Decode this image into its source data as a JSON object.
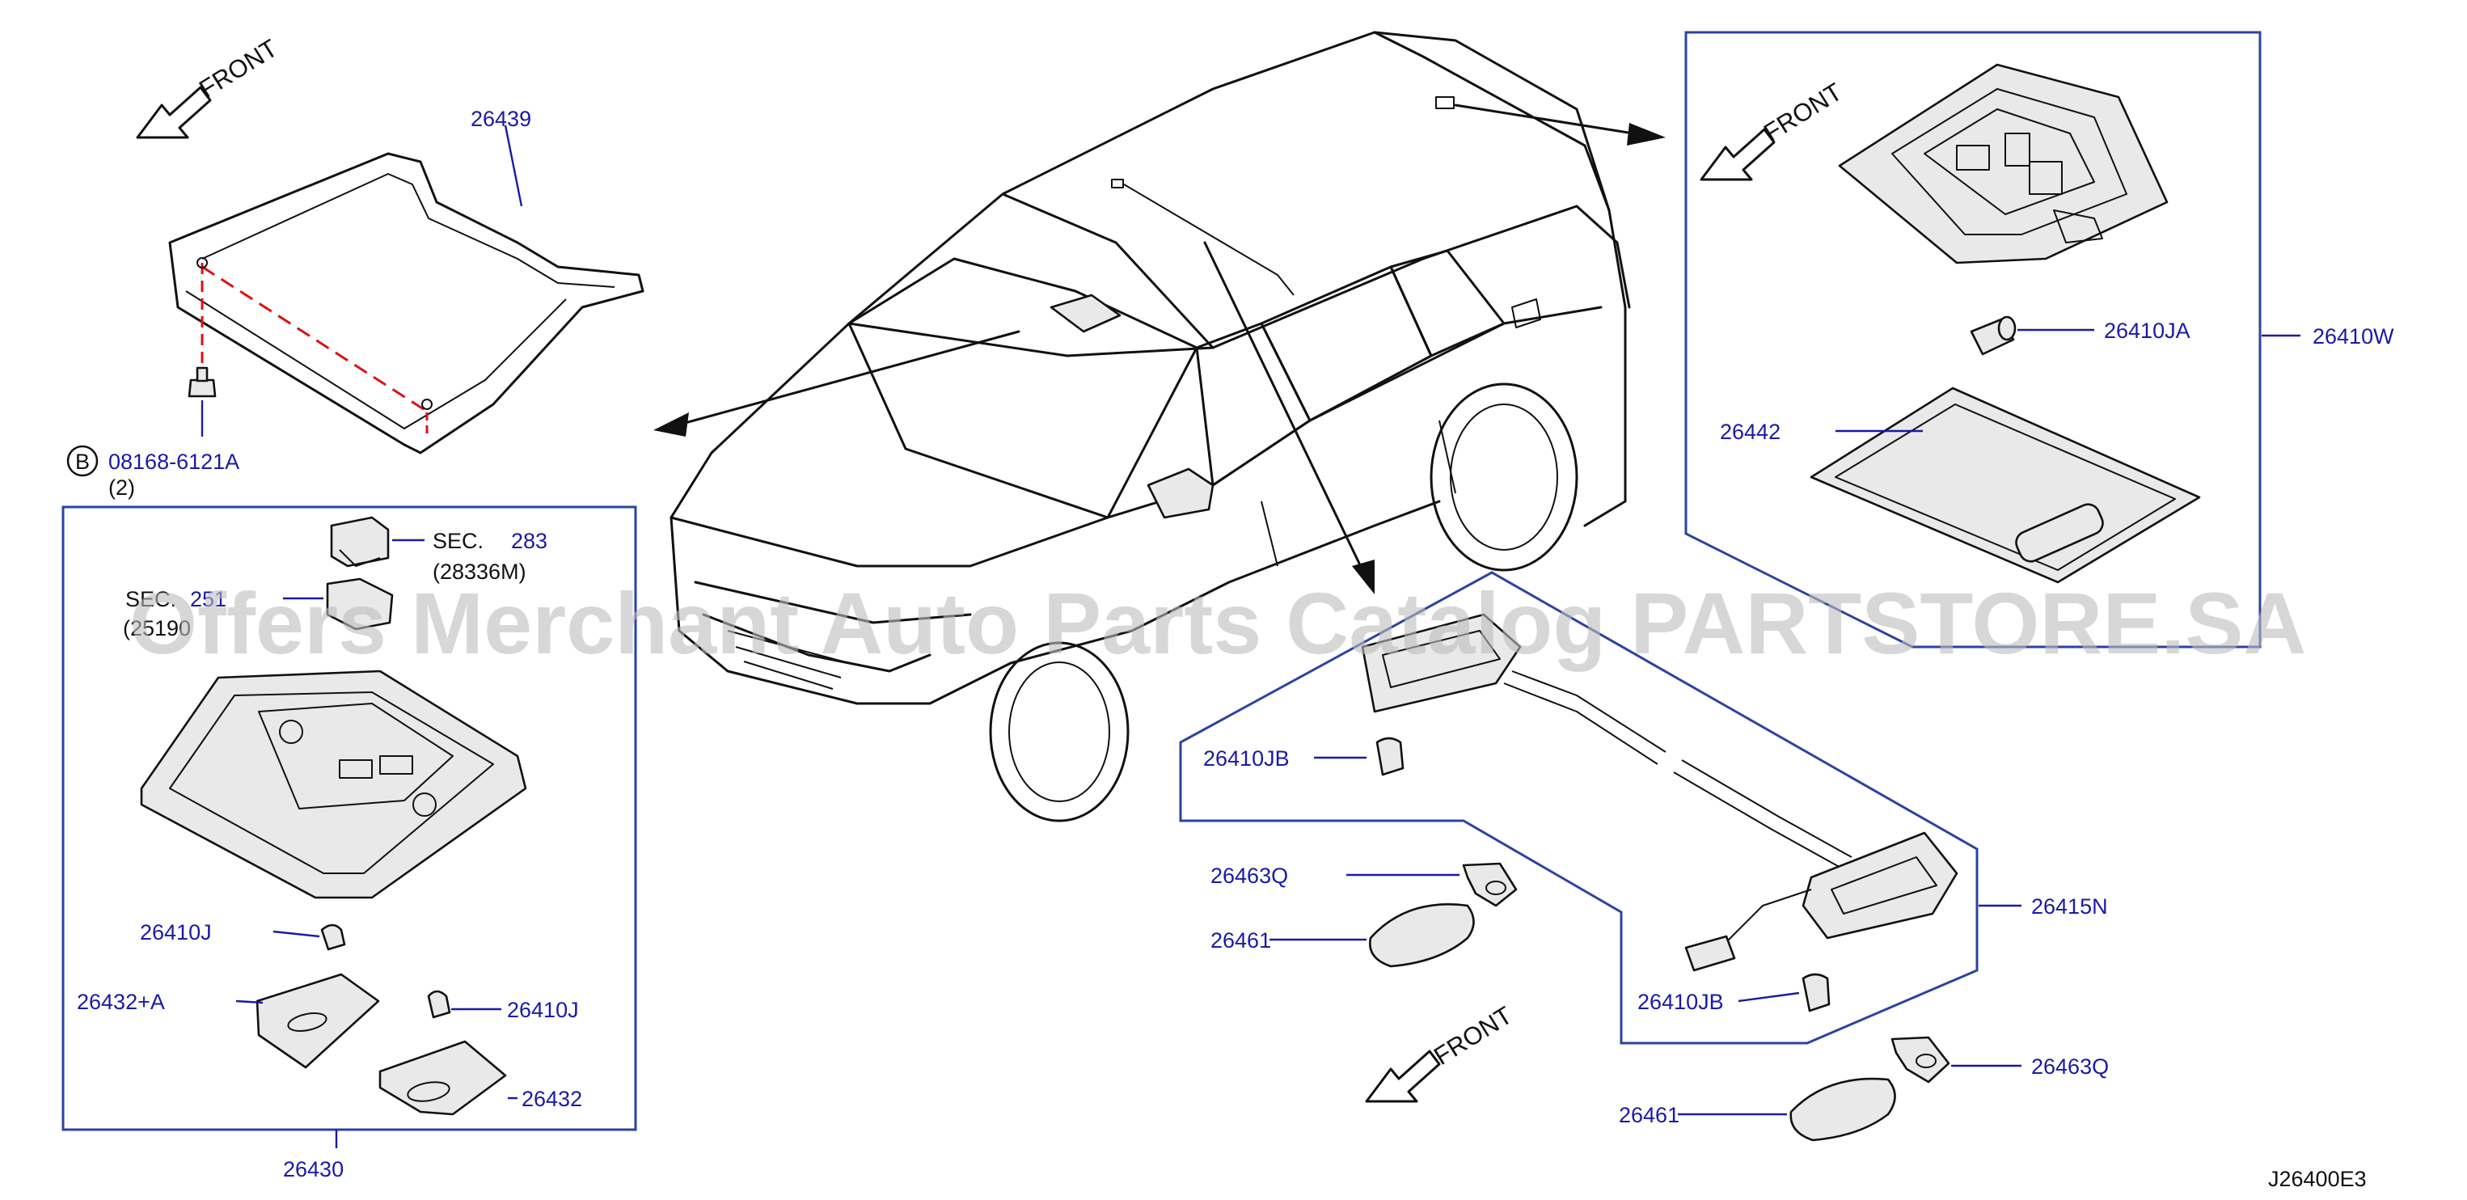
{
  "watermark": "Offers Merchant Auto Parts Catalog PARTSTORE.SA",
  "diagram_code": "J26400E3",
  "front_label": "FRONT",
  "bolt_marker": "B",
  "labels": {
    "p26439": "26439",
    "bolt": "08168-6121A",
    "bolt_qty": "(2)",
    "sec_a": "SEC.",
    "sec_a_num": "283",
    "sec_a_ref": "(28336M)",
    "sec_b": "SEC.",
    "sec_b_num": "251",
    "sec_b_ref": "(25190",
    "p26410J_a": "26410J",
    "p26432a": "26432+A",
    "p26410J_b": "26410J",
    "p26432": "26432",
    "p26430": "26430",
    "p26410JA": "26410JA",
    "p26410W": "26410W",
    "p26442": "26442",
    "p26410JB_a": "26410JB",
    "p26463Q_a": "26463Q",
    "p26461_a": "26461",
    "p26415N": "26415N",
    "p26410JB_b": "26410JB",
    "p26463Q_b": "26463Q",
    "p26461_b": "26461"
  }
}
